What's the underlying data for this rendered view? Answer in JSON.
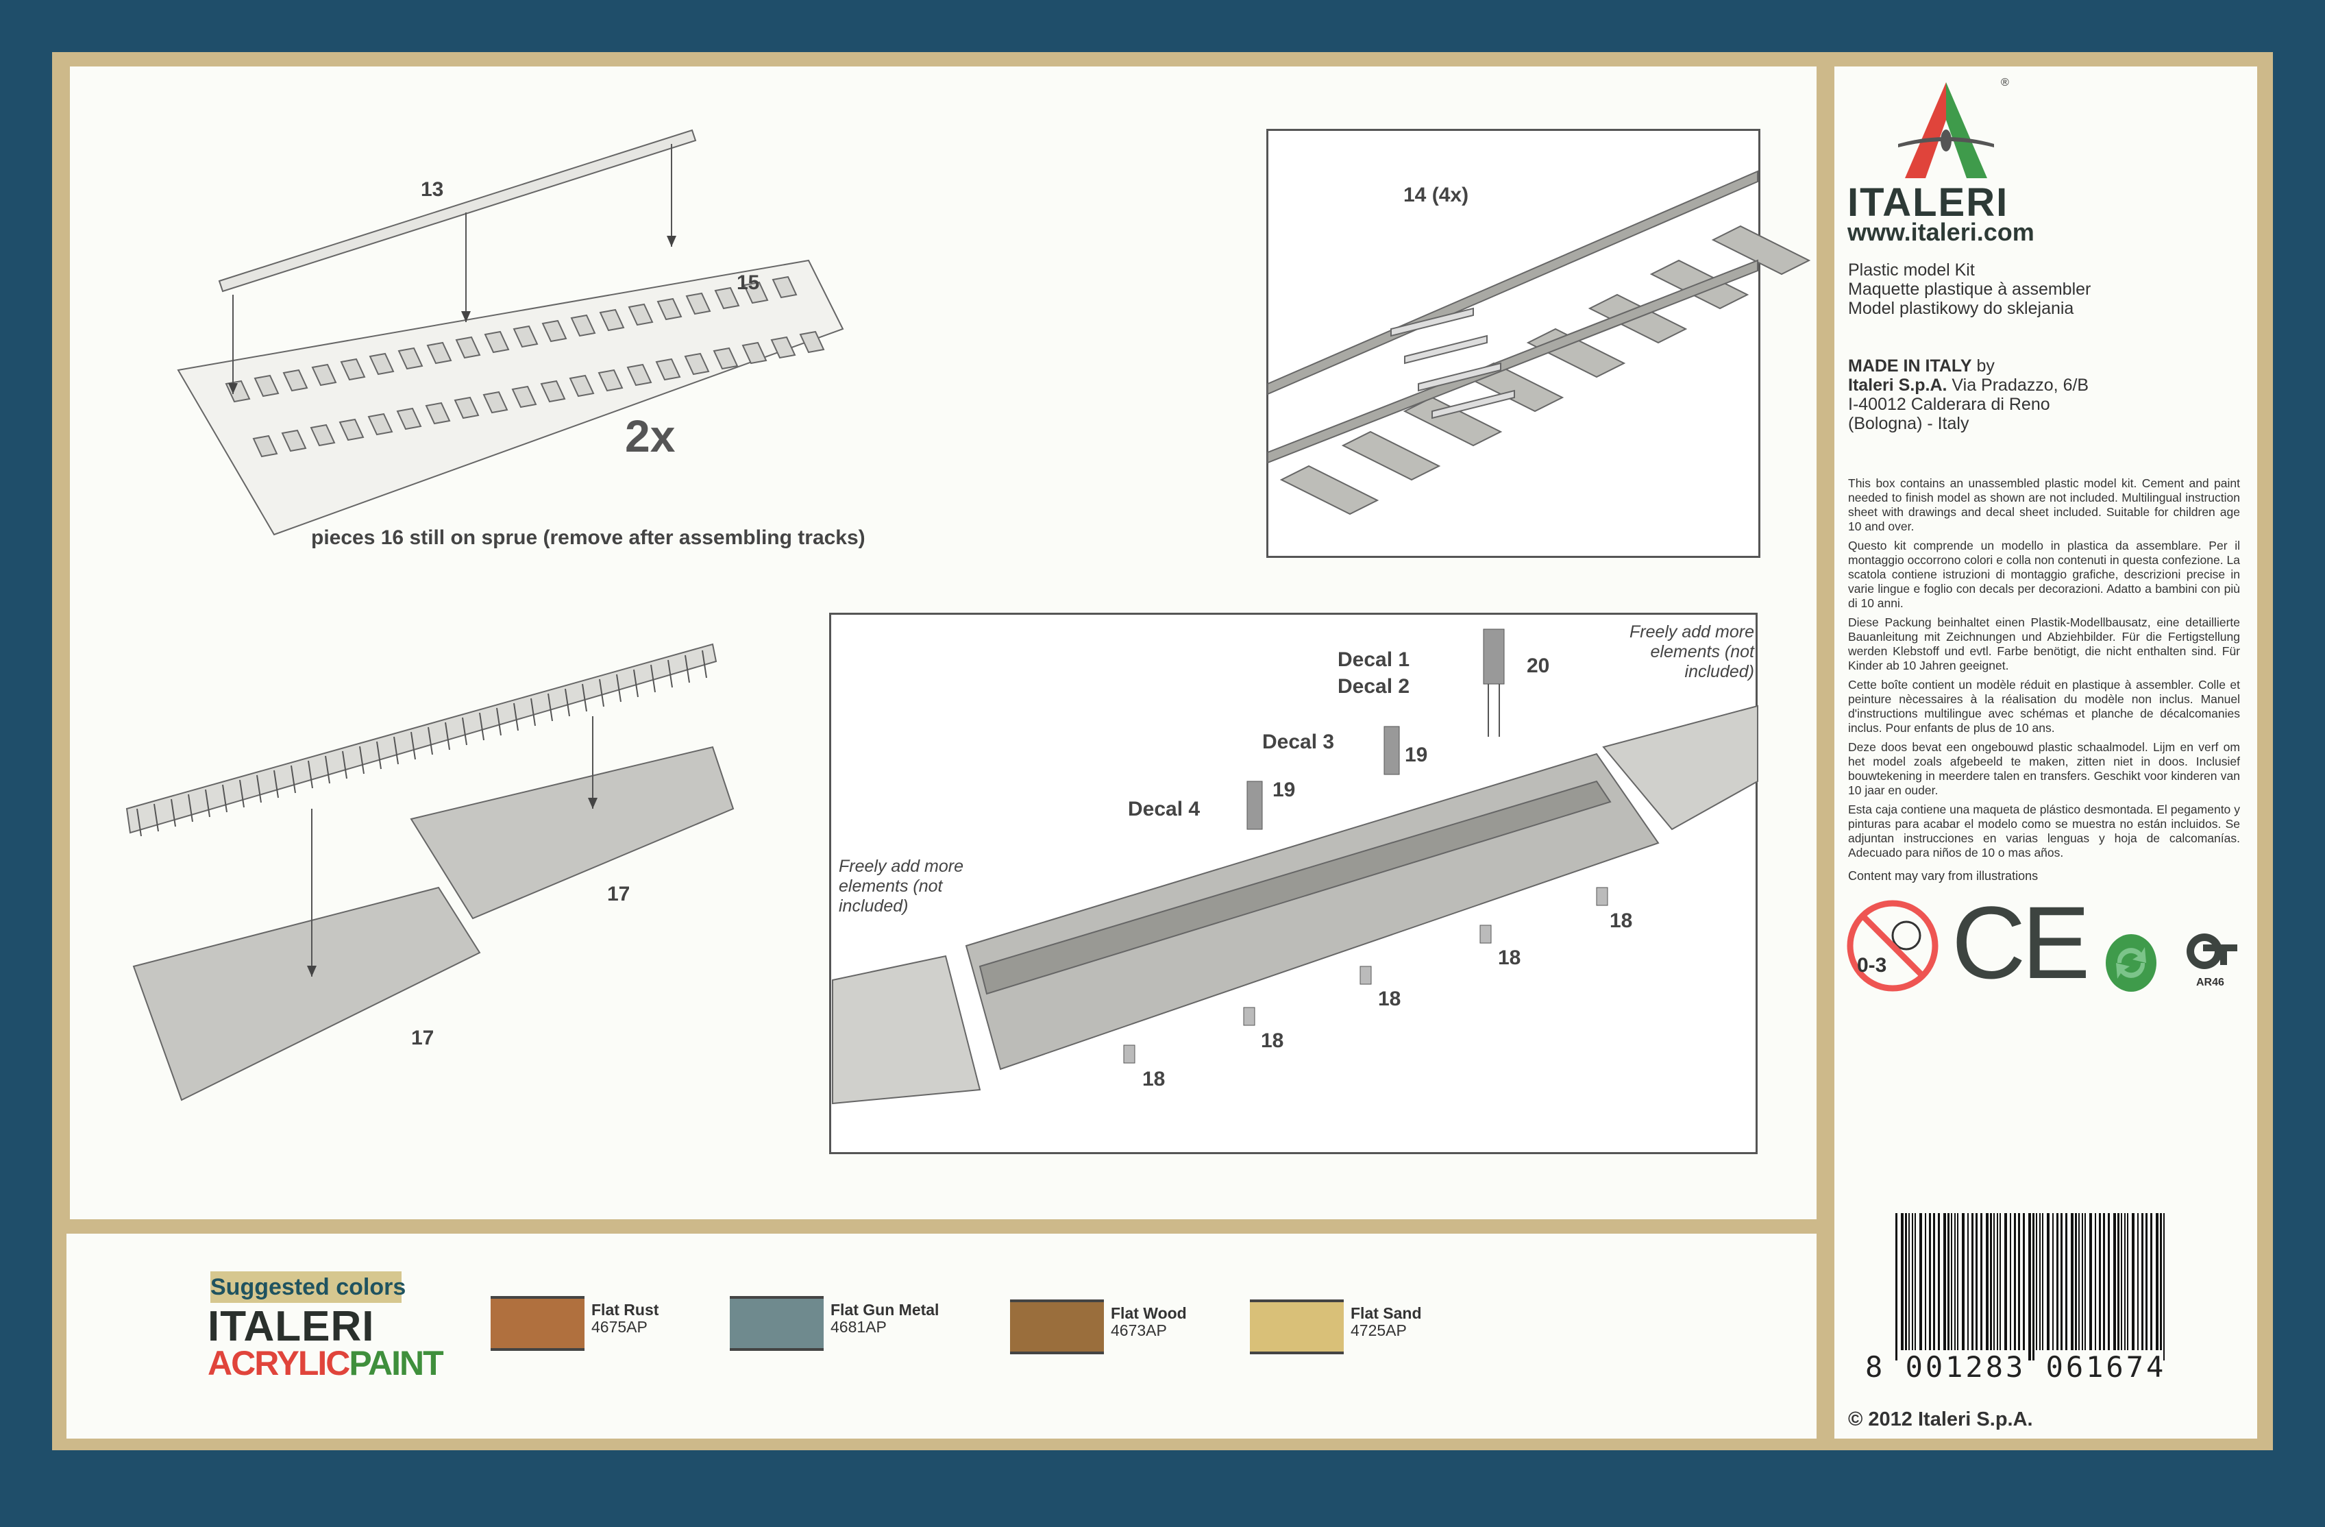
{
  "diagram_sprue": {
    "part_13": "13",
    "part_15": "15",
    "multiplier": "2x",
    "caption": "pieces 16 still on sprue (remove after assembling tracks)"
  },
  "diagram_rails": {
    "part_14": "14 (4x)"
  },
  "diagram_platform": {
    "part_17a": "17",
    "part_17b": "17"
  },
  "diagram_station": {
    "decal_1": "Decal 1",
    "decal_2": "Decal 2",
    "part_20": "20",
    "decal_3": "Decal 3",
    "part_19a": "19",
    "part_19b": "19",
    "decal_4": "Decal 4",
    "note_right": "Freely add more elements (not included)",
    "note_left": "Freely add more elements (not included)",
    "part_18": [
      "18",
      "18",
      "18",
      "18",
      "18"
    ]
  },
  "colors": {
    "heading": "Suggested colors",
    "brand": "ITALERI",
    "acrylic": "ACRYLIC",
    "paint": "PAINT",
    "swatches": [
      {
        "name": "Flat Rust",
        "code": "4675AP",
        "hex": "#b0703e"
      },
      {
        "name": "Flat Gun Metal",
        "code": "4681AP",
        "hex": "#6f8a8e"
      },
      {
        "name": "Flat Wood",
        "code": "4673AP",
        "hex": "#9a6e3c"
      },
      {
        "name": "Flat Sand",
        "code": "4725AP",
        "hex": "#d9c078"
      }
    ]
  },
  "side": {
    "brand": "ITALERI",
    "registered": "®",
    "url": "www.italeri.com",
    "kit_lines": [
      "Plastic model Kit",
      "Maquette plastique à assembler",
      "Model plastikowy do sklejania"
    ],
    "made_in": "MADE IN ITALY",
    "by": " by",
    "company": "Italeri S.p.A.",
    "street": " Via Pradazzo, 6/B",
    "city": "I-40012 Calderara di Reno",
    "region": "(Bologna) - Italy",
    "paragraphs": [
      "This box contains an unassembled plastic model kit. Cement and paint needed to finish model as shown are not included. Multilingual instruction sheet with drawings and decal sheet included. Suitable for children age 10 and over.",
      "Questo kit comprende un modello in plastica da assemblare. Per il montaggio occorrono colori e  colla  non contenuti in questa confezione. La scatola contiene istruzioni di montaggio grafiche, descrizioni precise in varie lingue e foglio con decals per decorazioni. Adatto a bambini con più di 10 anni.",
      "Diese Packung beinhaltet einen Plastik-Modellbausatz, eine detaillierte Bauanleitung mit Zeichnungen und Abziehbilder. Für die Fertigstellung werden Klebstoff und evtl. Farbe benötigt, die nicht enthalten sind. Für Kinder ab 10 Jahren geeignet.",
      "Cette boîte contient un modèle réduit en plastique à assembler. Colle et peinture nècessaires à la réalisation du modèle non inclus. Manuel d'instructions multilingue avec schémas et planche de décalcomanies inclus. Pour enfants de plus de 10 ans.",
      "Deze doos bevat een ongebouwd plastic schaalmodel. Lijm en verf om het model zoals afgebeeld te maken, zitten niet in doos. Inclusief bouwtekening in meerdere talen en transfers. Geschikt voor kinderen van 10 jaar en ouder.",
      "Esta caja contiene una maqueta de plástico desmontada. El pegamento y pinturas para acabar el modelo como se muestra no están incluidos. Se adjuntan instrucciones en varias lenguas y hoja de calcomanías. Adecuado para niños de 10 o mas años."
    ],
    "disclaimer": "Content may vary from illustrations",
    "age_warning": "0-3",
    "ce": "CE",
    "gost_code": "AR46",
    "barcode": "8 001283 061674",
    "copyright": "© 2012 Italeri S.p.A."
  }
}
